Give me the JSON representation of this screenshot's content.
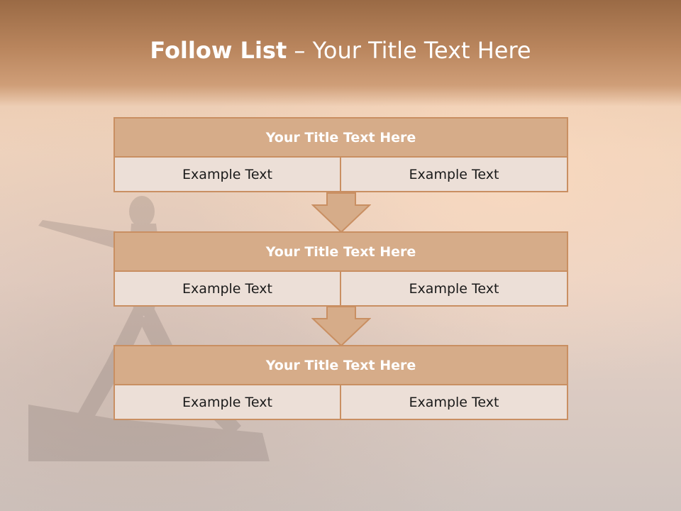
{
  "slide": {
    "title_strong": "Follow List",
    "title_rest": "– Your Title Text Here"
  },
  "blocks": [
    {
      "title": "Your Title Text Here",
      "left": "Example Text",
      "right": "Example Text"
    },
    {
      "title": "Your Title Text Here",
      "left": "Example Text",
      "right": "Example Text"
    },
    {
      "title": "Your Title Text Here",
      "left": "Example Text",
      "right": "Example Text"
    }
  ],
  "colors": {
    "header_fill": "#d6ac89",
    "border": "#c98f62",
    "cell_fill": "#ecdfd7",
    "title_band": "#b9855d"
  }
}
